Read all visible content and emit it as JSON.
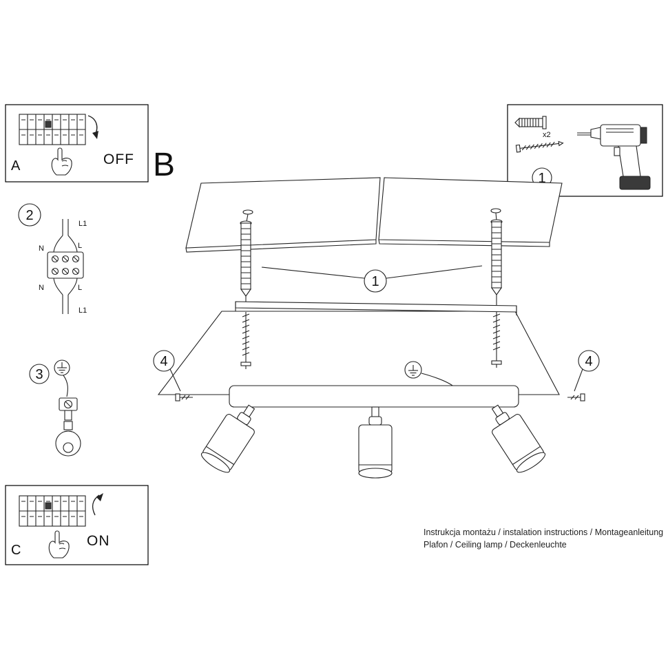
{
  "title_letters": {
    "a": "A",
    "b": "B",
    "c": "C"
  },
  "switch_states": {
    "off": "OFF",
    "on": "ON"
  },
  "kit": {
    "step": "1",
    "count_label": "x2"
  },
  "steps": {
    "anchors": "1",
    "wiring": "2",
    "ground": "3",
    "side_screw_left": "4",
    "side_screw_right": "4"
  },
  "wiring": {
    "l1_top": "L1",
    "l_top": "L",
    "n_top": "N",
    "n_bottom": "N",
    "l_bottom": "L",
    "l1_bottom": "L1"
  },
  "footer": {
    "line1": "Instrukcja montażu / instalation instructions / Montageanleitung",
    "line2": "Plafon / Ceiling lamp / Deckenleuchte"
  }
}
